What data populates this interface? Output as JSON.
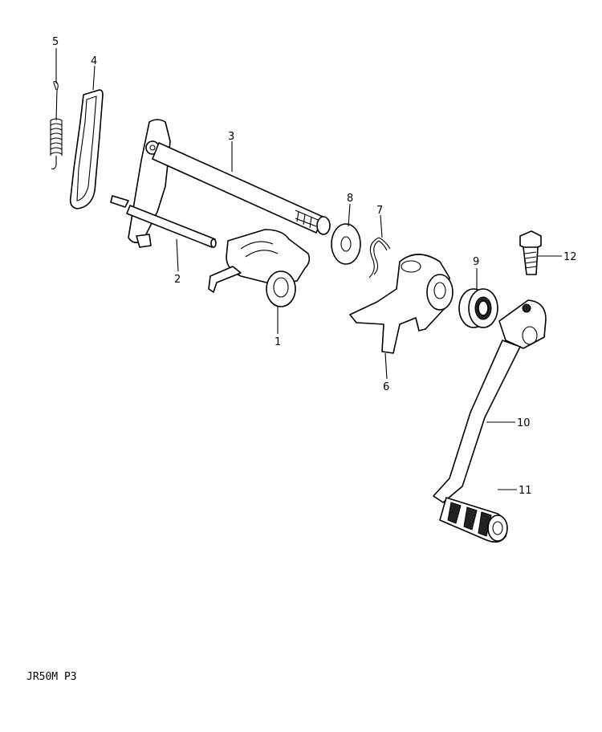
{
  "diagram_code": "JR50M P3",
  "callouts": {
    "c1": "1",
    "c2": "2",
    "c3": "3",
    "c4": "4",
    "c5": "5",
    "c6": "6",
    "c7": "7",
    "c8": "8",
    "c9": "9",
    "c10": "10",
    "c11": "11",
    "c12": "12"
  }
}
